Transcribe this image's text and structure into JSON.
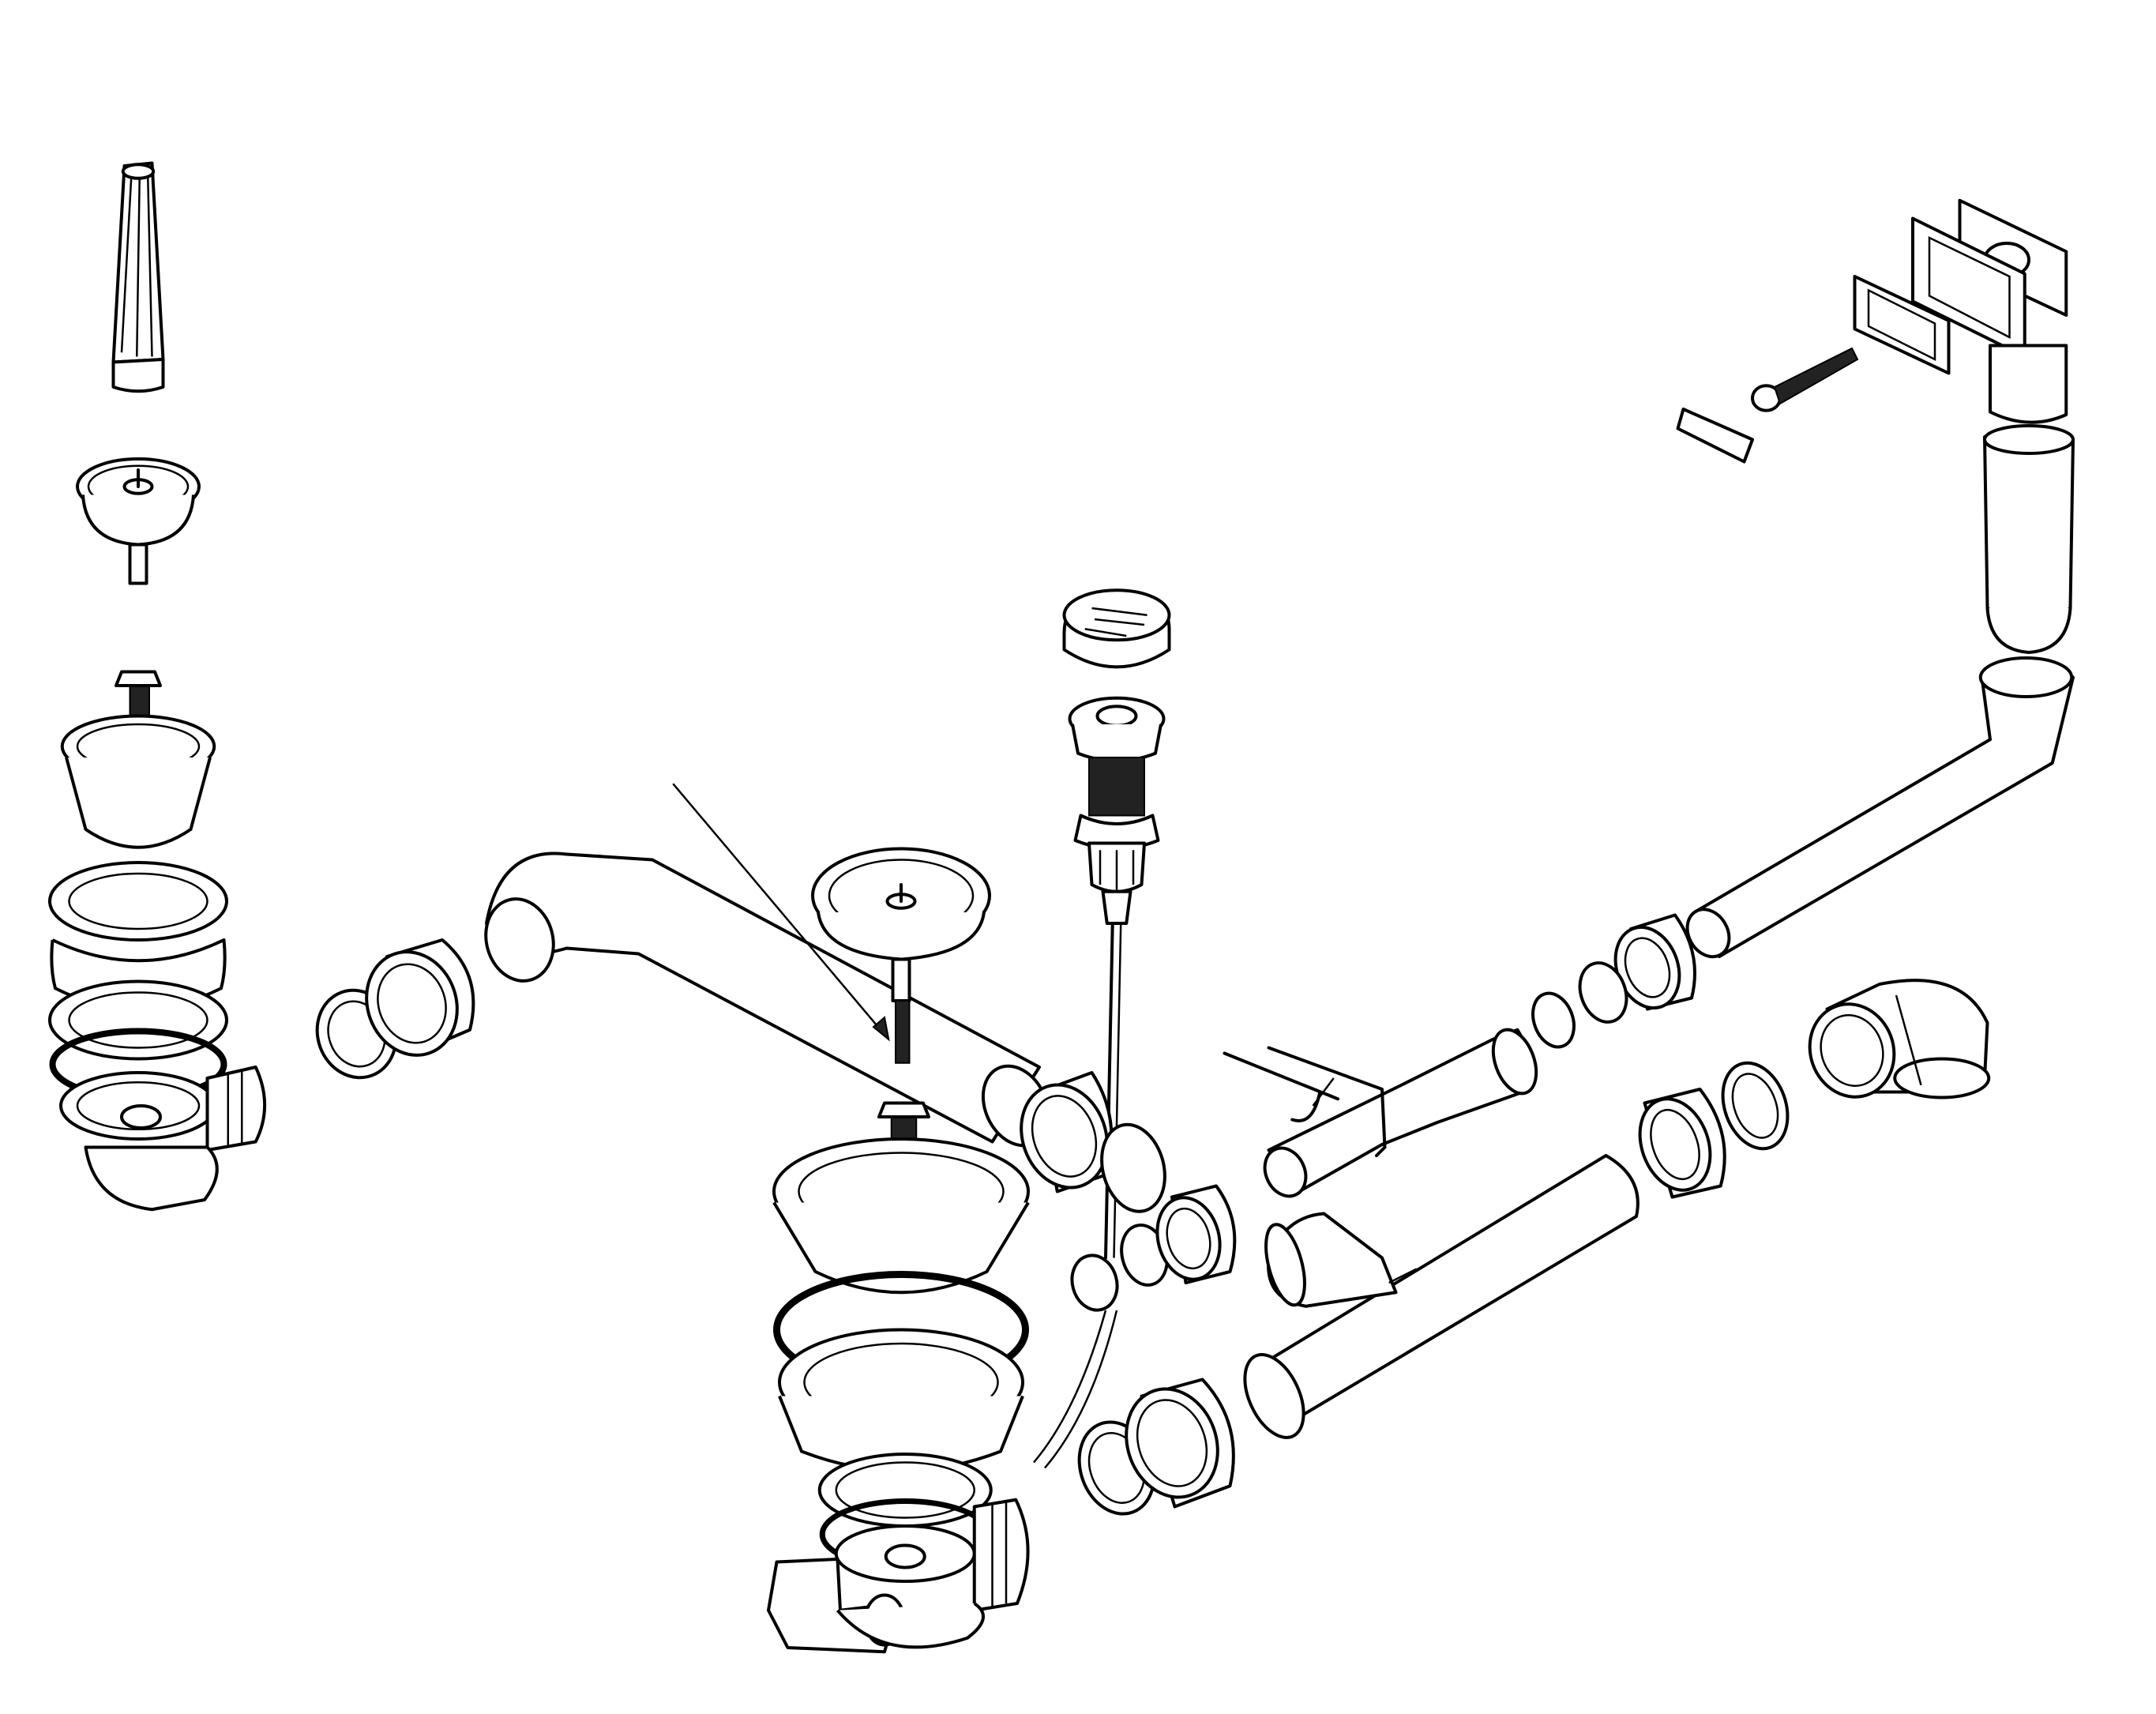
{
  "diagram": {
    "type": "exploded-assembly",
    "colors": {
      "line": "#000000",
      "background": "#ffffff",
      "dark_fill": "#222222"
    },
    "parts": [
      "stopper-rod",
      "strainer-basket-left",
      "strainer-body-left",
      "nut-pair-left",
      "upper-bent-pipe",
      "strainer-basket-center",
      "strainer-body-center",
      "remote-knob",
      "remote-valve",
      "control-cable",
      "overflow-head",
      "overflow-screw",
      "overflow-clip",
      "overflow-riser",
      "overflow-pipe",
      "connector-nuts",
      "overflow-elbow-pipe",
      "main-drain-pipe",
      "elbow-90",
      "lower-nut-pair"
    ]
  }
}
